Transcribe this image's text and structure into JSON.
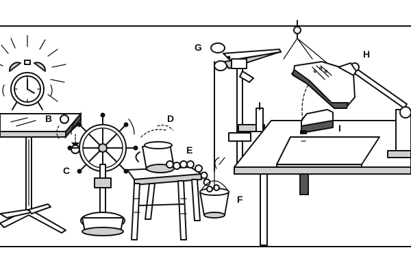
{
  "labels": {
    "B": "B",
    "C": "C",
    "D": "D",
    "E": "E",
    "F": "F",
    "G": "G",
    "H": "H",
    "I": "I"
  }
}
